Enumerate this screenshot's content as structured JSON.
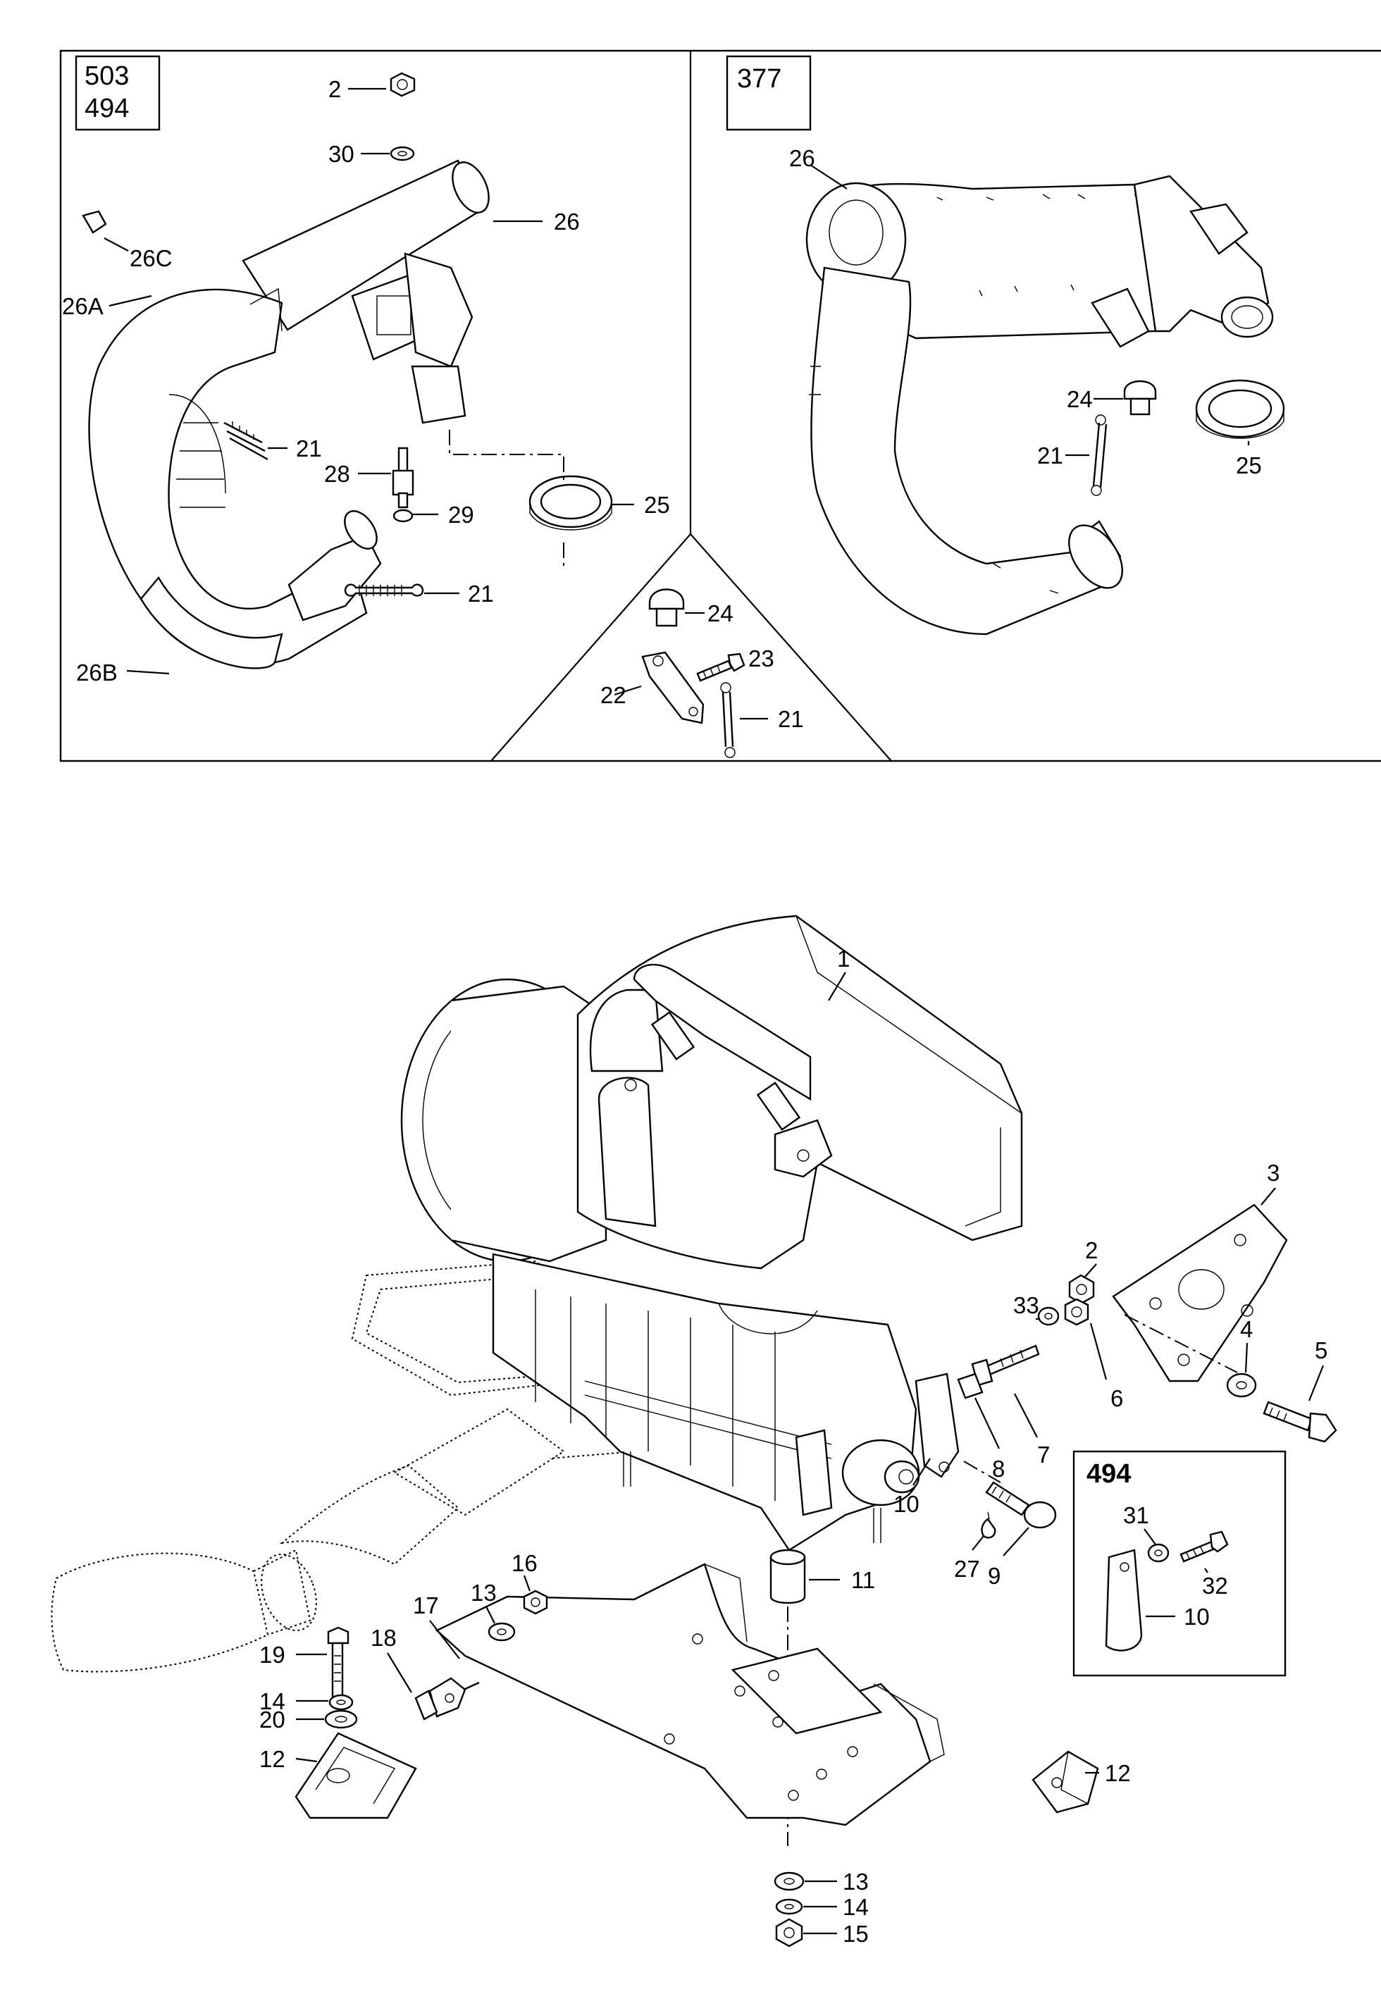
{
  "panels": {
    "top_left_models": [
      "503",
      "494"
    ],
    "top_right_model": "377",
    "inset_model": "494"
  },
  "callouts": {
    "tl_2": "2",
    "tl_30": "30",
    "tl_26": "26",
    "tl_26c": "26C",
    "tl_26a": "26A",
    "tl_21a": "21",
    "tl_28": "28",
    "tl_29": "29",
    "tl_25": "25",
    "tl_21b": "21",
    "tl_26b": "26B",
    "tr_26": "26",
    "tr_24": "24",
    "tr_21": "21",
    "tr_25": "25",
    "mid_24": "24",
    "mid_23": "23",
    "mid_22": "22",
    "mid_21": "21",
    "b_1": "1",
    "b_3": "3",
    "b_2": "2",
    "b_33": "33",
    "b_4": "4",
    "b_5": "5",
    "b_6": "6",
    "b_7": "7",
    "b_8": "8",
    "b_10": "10",
    "b_27": "27",
    "b_9": "9",
    "b_11": "11",
    "b_16": "16",
    "b_13a": "13",
    "b_17": "17",
    "b_18": "18",
    "b_19": "19",
    "b_14a": "14",
    "b_20": "20",
    "b_12a": "12",
    "b_12b": "12",
    "b_13b": "13",
    "b_14b": "14",
    "b_15": "15",
    "in_31": "31",
    "in_32": "32",
    "in_10": "10"
  }
}
